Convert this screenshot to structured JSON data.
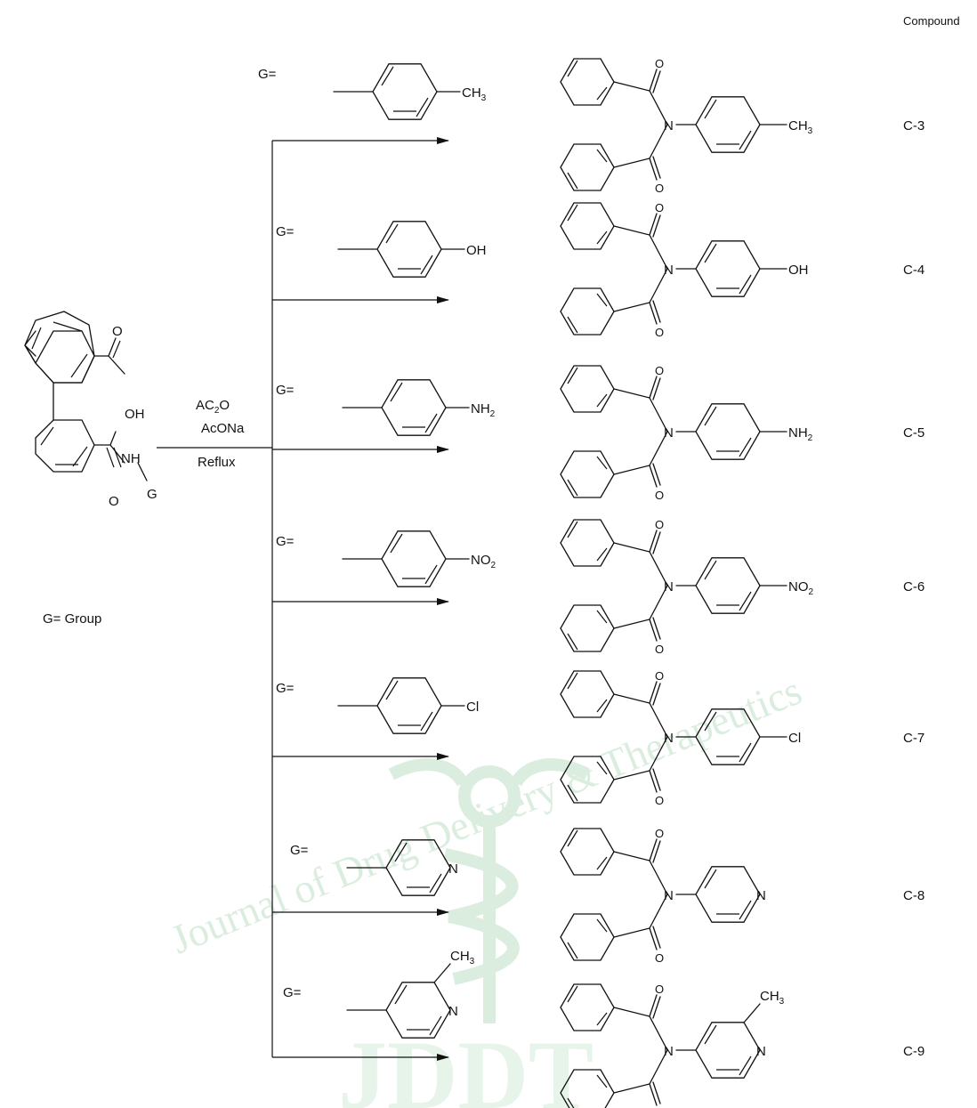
{
  "header": {
    "compound_label": "Compound"
  },
  "watermark": {
    "text": "Journal of Drug Delivery & Therapeutics",
    "logo_text": "JDDT",
    "color": "#cfe7d3"
  },
  "reactant": {
    "oh_label": "OH",
    "o_label": "O",
    "nh_label": "NH",
    "g_label": "G",
    "legend": "G= Group"
  },
  "conditions": {
    "reagent1": "AC",
    "reagent1_sub": "2",
    "reagent1_tail": "O",
    "reagent2": "AcONa",
    "reagent3": "Reflux"
  },
  "g_prefix": "G=",
  "o_label": "O",
  "n_label": "N",
  "rows": [
    {
      "group_label": "CH",
      "group_sub": "3",
      "compound": "C-3"
    },
    {
      "group_label": "OH",
      "group_sub": "",
      "compound": "C-4"
    },
    {
      "group_label": "NH",
      "group_sub": "2",
      "compound": "C-5"
    },
    {
      "group_label": "NO",
      "group_sub": "2",
      "compound": "C-6"
    },
    {
      "group_label": "Cl",
      "group_sub": "",
      "compound": "C-7"
    },
    {
      "group_label": "N",
      "group_sub": "",
      "compound": "C-8"
    },
    {
      "group_label": "N",
      "group_sub": "",
      "methyl_label": "CH",
      "methyl_sub": "3",
      "compound": "C-9"
    }
  ]
}
